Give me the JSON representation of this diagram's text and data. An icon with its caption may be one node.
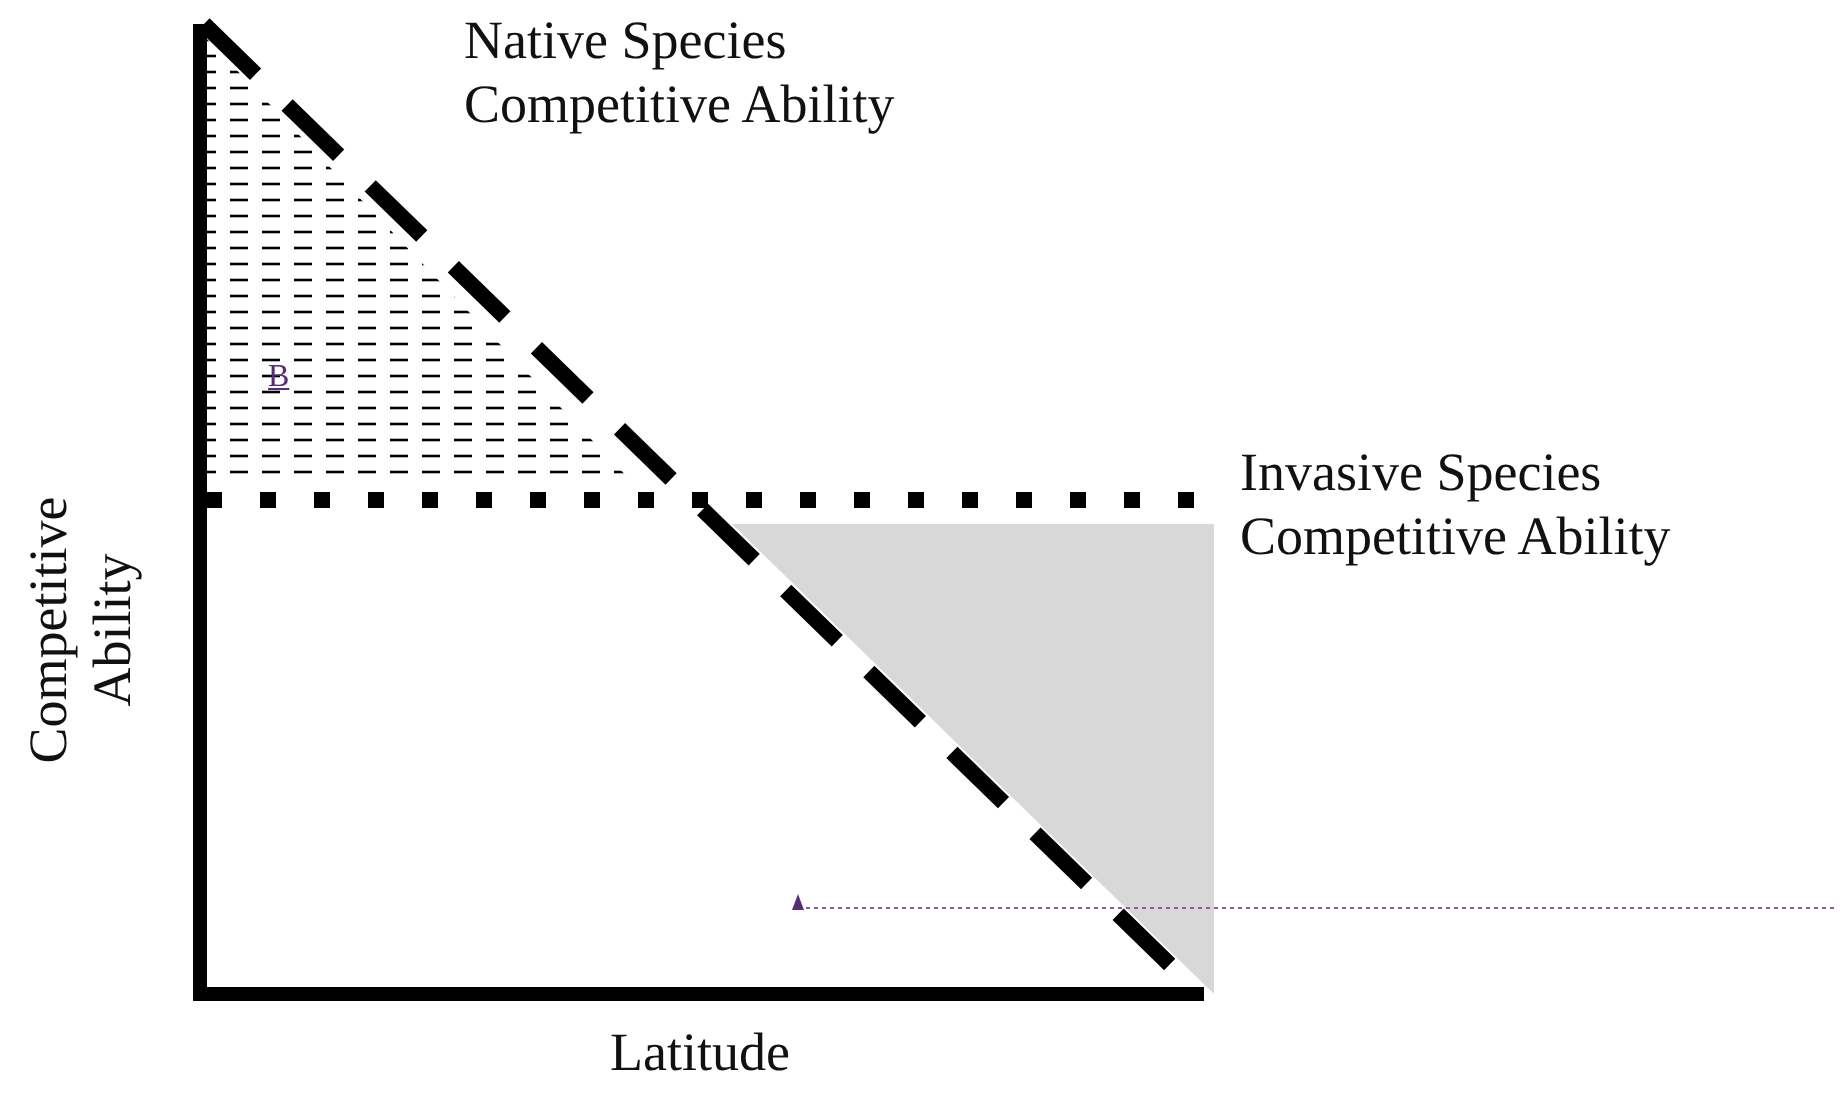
{
  "diagram": {
    "labels": [
      "Native Species Competitive Ability",
      "B",
      "Invasive Species Competitive Ability",
      "Competitive Ability",
      "Latitude"
    ]
  }
}
